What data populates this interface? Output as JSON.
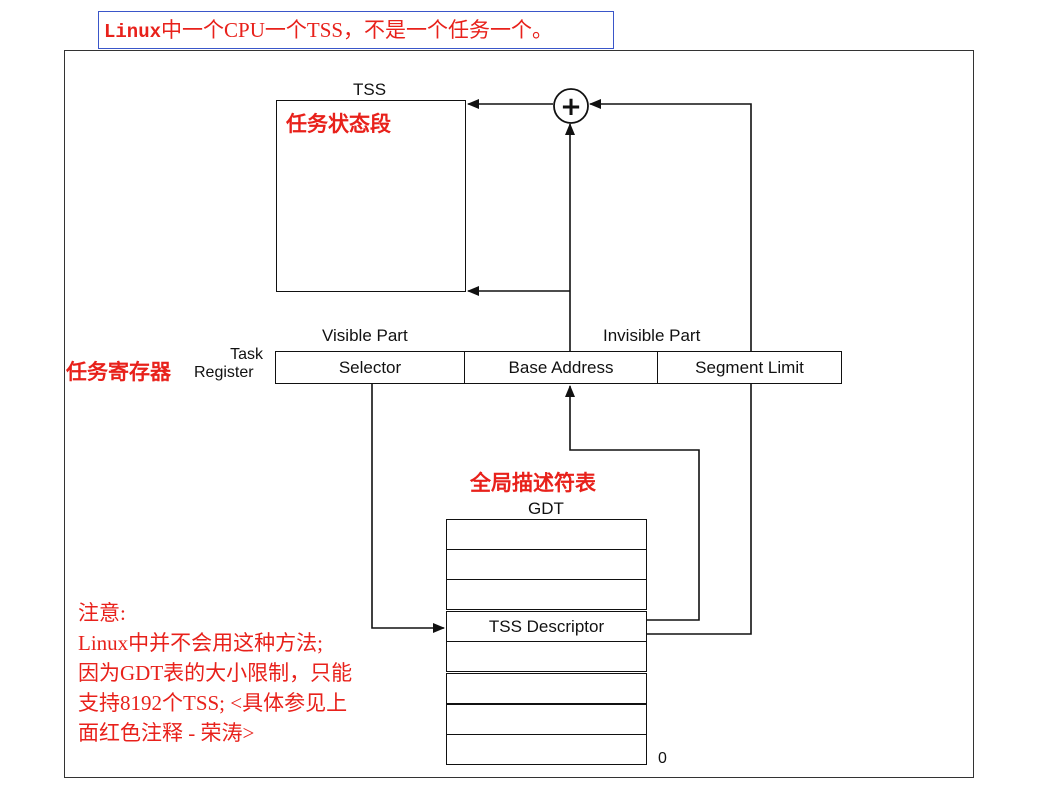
{
  "top_note": {
    "prefix": "Linux",
    "rest": "中一个CPU一个TSS，不是一个任务一个。"
  },
  "tss": {
    "title": "TSS",
    "cn_label": "任务状态段"
  },
  "task_register": {
    "cn_label": "任务寄存器",
    "label_line1": "Task",
    "label_line2": "Register",
    "visible_part": "Visible Part",
    "invisible_part": "Invisible Part",
    "selector": "Selector",
    "base_address": "Base Address",
    "segment_limit": "Segment Limit"
  },
  "gdt": {
    "cn_label": "全局描述符表",
    "title": "GDT",
    "descriptor": "TSS Descriptor",
    "index_zero": "0"
  },
  "adder_symbol": "+",
  "note": {
    "line1": "注意:",
    "line2": "Linux中并不会用这种方法;",
    "line3": "因为GDT表的大小限制，只能",
    "line4": "支持8192个TSS; <具体参见上",
    "line5": "面红色注释 - 荣涛>"
  },
  "colors": {
    "annotation_red": "#e8211b",
    "note_border_blue": "#3a56c9",
    "line": "#111111"
  }
}
